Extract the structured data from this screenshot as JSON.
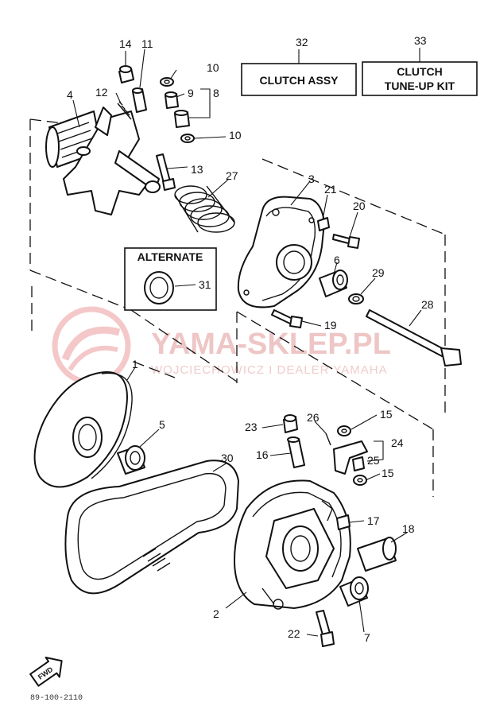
{
  "diagram": {
    "part_numbers": {
      "p1": "1",
      "p2": "2",
      "p3": "3",
      "p4": "4",
      "p5": "5",
      "p6": "6",
      "p7": "7",
      "p8": "8",
      "p9": "9",
      "p10a": "10",
      "p10b": "10",
      "p11": "11",
      "p12": "12",
      "p13": "13",
      "p14": "14",
      "p15a": "15",
      "p15b": "15",
      "p16": "16",
      "p17": "17",
      "p18": "18",
      "p19": "19",
      "p20": "20",
      "p21": "21",
      "p22": "22",
      "p23": "23",
      "p24": "24",
      "p25": "25",
      "p26": "26",
      "p27": "27",
      "p28": "28",
      "p29": "29",
      "p30": "30",
      "p31": "31",
      "p32": "32",
      "p33": "33"
    },
    "boxes": {
      "clutch_assy": "CLUTCH ASSY",
      "clutch_tuneup_line1": "CLUTCH",
      "clutch_tuneup_line2": "TUNE-UP KIT",
      "alternate": "ALTERNATE"
    },
    "fwd_marker": "FWD",
    "footer_code": "89-100-2110"
  },
  "watermark": {
    "title": "YAMA-SKLEP.PL",
    "subtitle": "WOJCIECHOWICZ I DEALER YAMAHA"
  },
  "colors": {
    "line": "#111111",
    "watermark": "#e9b4b4",
    "background": "#ffffff"
  }
}
